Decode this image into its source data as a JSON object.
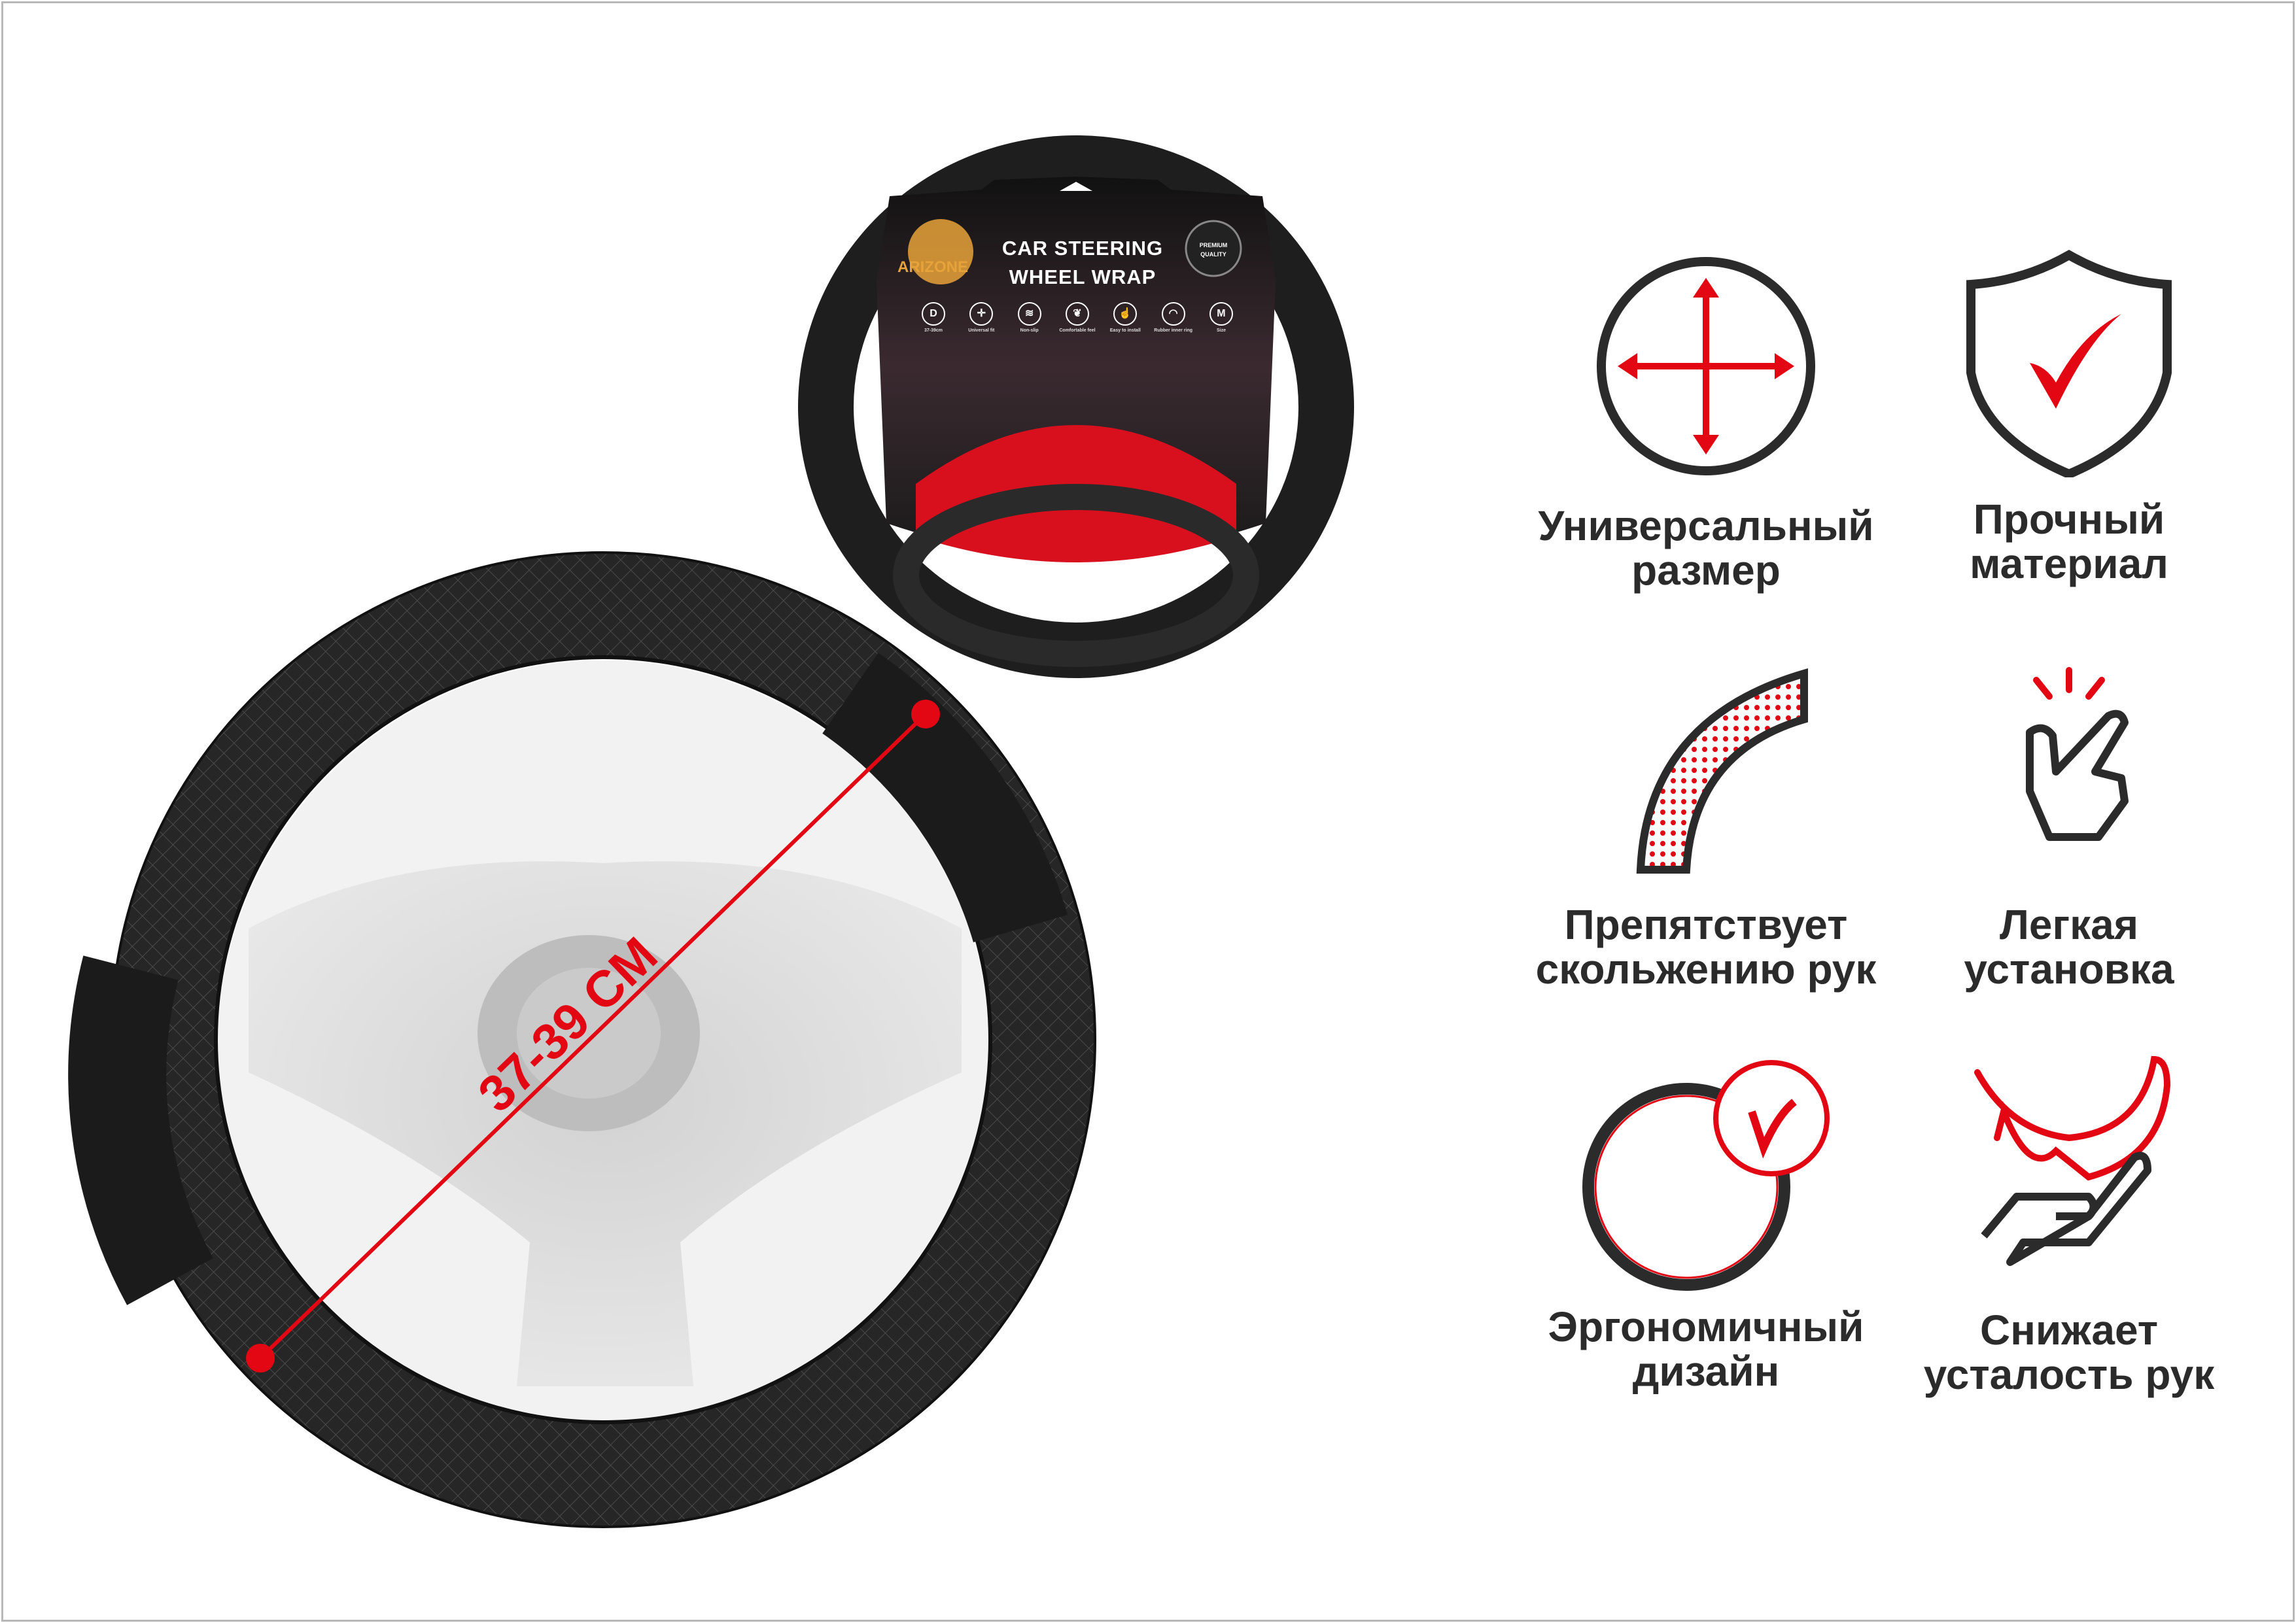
{
  "measurement": {
    "label": "37-39 CM"
  },
  "package": {
    "brand": "ARIZONE",
    "title": "CAR STEERING\nWHEEL WRAP",
    "badge": "PREMIUM\nQUALITY",
    "icons": [
      {
        "glyph": "D",
        "label": "37-39cm"
      },
      {
        "glyph": "✛",
        "label": "Universal fit"
      },
      {
        "glyph": "≋",
        "label": "Non-slip"
      },
      {
        "glyph": "❦",
        "label": "Comfortable feel"
      },
      {
        "glyph": "☝",
        "label": "Easy to install"
      },
      {
        "glyph": "◠",
        "label": "Rubber inner ring"
      },
      {
        "glyph": "M",
        "label": "Size"
      }
    ]
  },
  "features": [
    {
      "icon": "arrows-cross-icon",
      "label": "Универсальный\nразмер"
    },
    {
      "icon": "shield-check-icon",
      "label": "Прочный\nматериал"
    },
    {
      "icon": "textured-arc-icon",
      "label": "Препятствует\nскольжению рук"
    },
    {
      "icon": "finger-snap-icon",
      "label": "Легкая\nустановка"
    },
    {
      "icon": "ring-check-icon",
      "label": "Эргономичный\nдизайн"
    },
    {
      "icon": "feather-hand-icon",
      "label": "Снижает\nусталость рук"
    }
  ],
  "colors": {
    "accent": "#e30613",
    "dark": "#2b2b2b",
    "wheel": "#1e1e1e"
  }
}
